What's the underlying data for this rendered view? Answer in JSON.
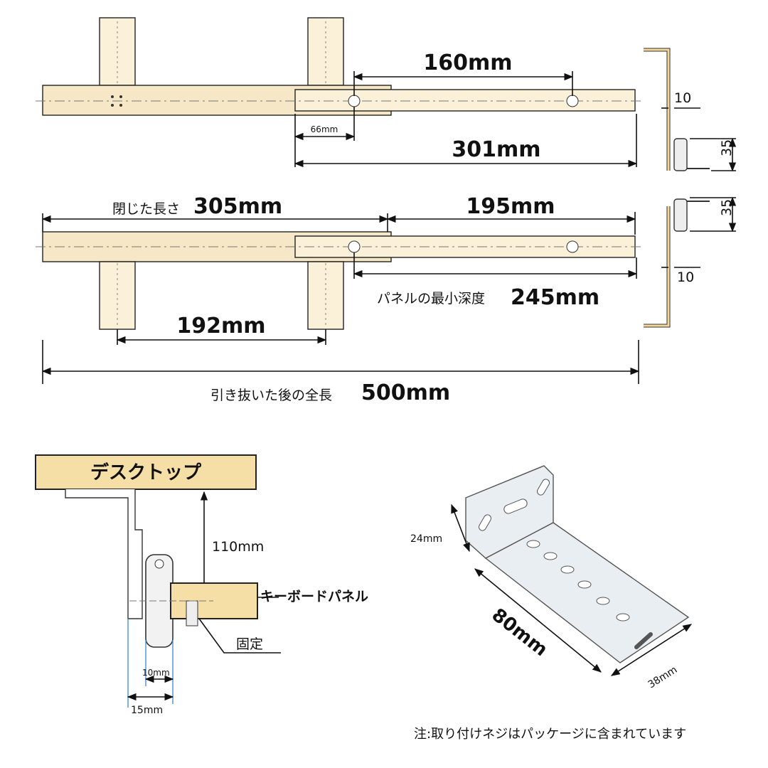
{
  "rail_top": {
    "dim_160": "160mm",
    "dim_66": "66mm",
    "dim_301": "301mm"
  },
  "rail_bottom": {
    "closed_length_label": "閉じた長さ",
    "closed_length_value": "305mm",
    "dim_195": "195mm",
    "panel_depth_label": "パネルの最小深度",
    "panel_depth_value": "245mm",
    "dim_192": "192mm"
  },
  "total": {
    "label": "引き抜いた後の全長",
    "value": "500mm"
  },
  "side_views": {
    "top_width": "10",
    "top_height": "35",
    "bottom_height": "35",
    "bottom_width": "10"
  },
  "install": {
    "desktop_label": "デスクトップ",
    "height_label": "110mm",
    "panel_label": "キーボードパネル",
    "fix_label": "固定",
    "dim_10": "10mm",
    "dim_15": "15mm"
  },
  "bracket": {
    "dim_24": "24mm",
    "dim_80": "80mm",
    "dim_38": "38mm"
  },
  "note": "注:取り付けネジはパッケージに含まれています"
}
